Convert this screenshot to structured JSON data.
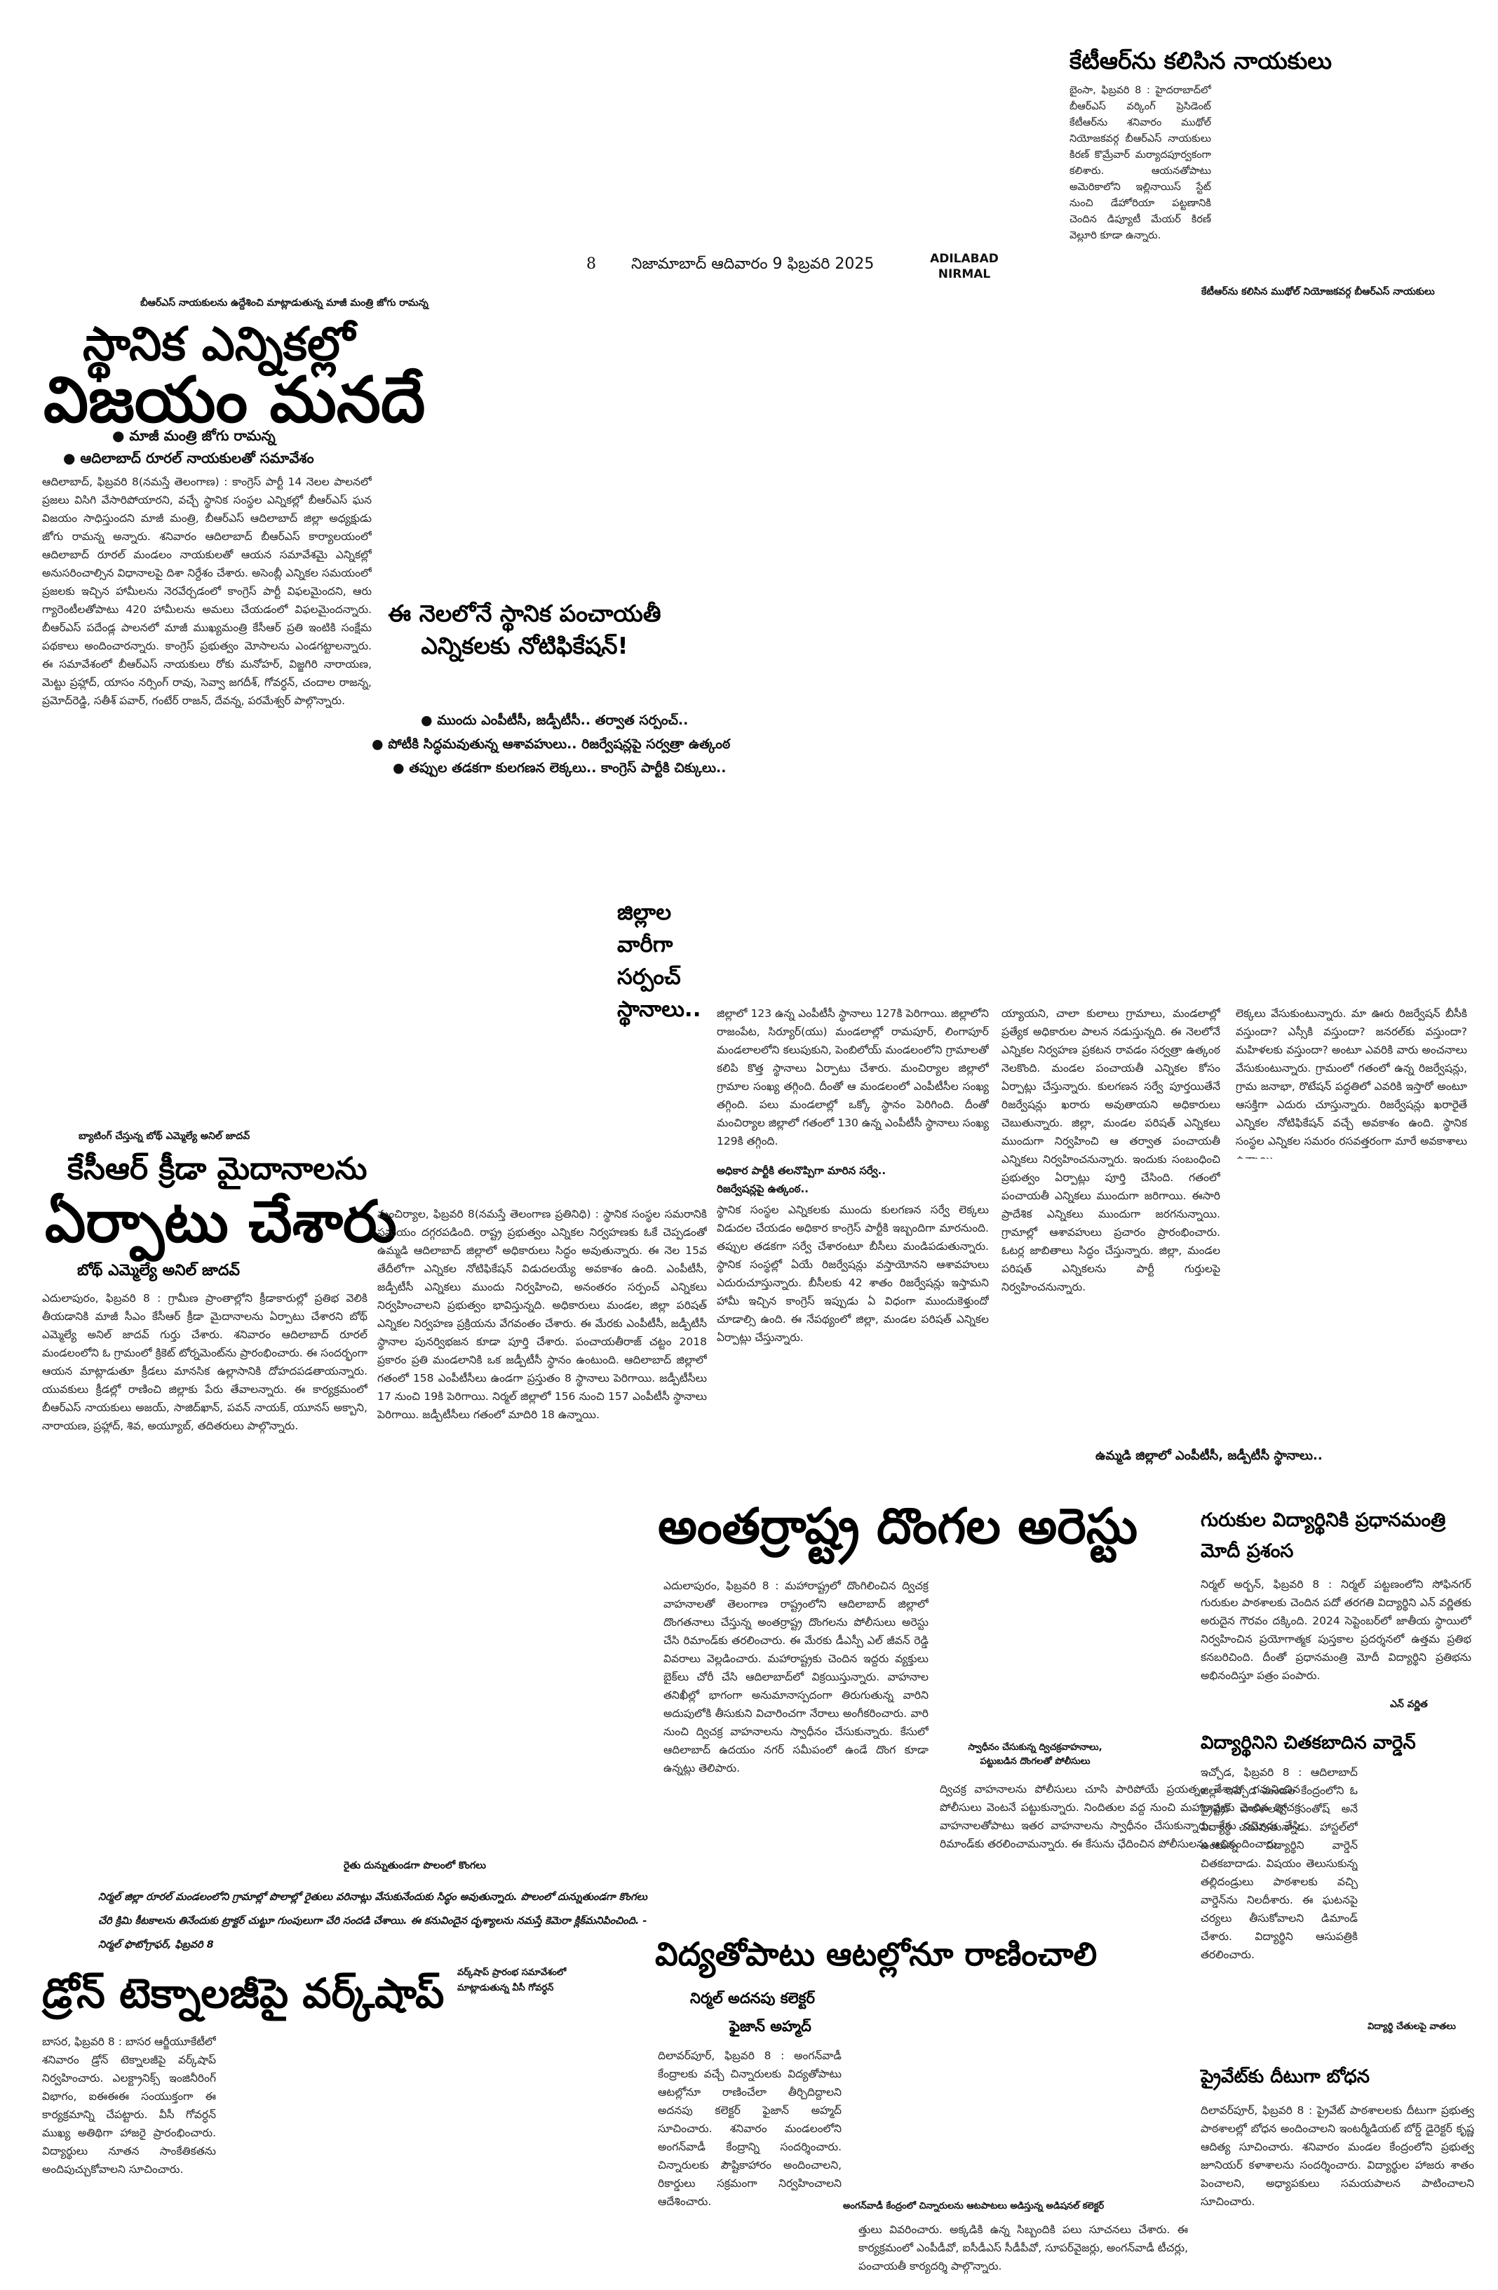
{
  "header": {
    "page_no": "8",
    "dateline": "నిజామాబాద్ ఆదివారం 9 ఫిబ్రవరి 2025",
    "edition": "ADILABAD\nNIRMAL"
  },
  "story_ktr": {
    "title": "కేటీఆర్‌ను కలిసిన నాయకులు",
    "body": "బైంసా, ఫిబ్రవరి 8 : హైదరాబాద్‌లో బీఆర్‌ఎస్ వర్కింగ్ ప్రెసిడెంట్ కేటీఆర్‌ను శనివారం ముథోల్ నియోజకవర్గ బీఆర్‌ఎస్ నాయకులు కిరణ్ కొమ్రేవార్ మర్యాదపూర్వకంగా కలిశారు. ఆయనతోపాటు అమెరికాలోని ఇల్లినాయిస్ స్టేట్ నుంచి డేహోరియా పట్టణానికి చెందిన డిప్యూటీ మేయర్ కిరణ్ వెల్లూరి కూడా ఉన్నారు.",
    "photo_caption": "కేటీఆర్‌ను కలిసిన ముథోల్ నియోజకవర్గ బీఆర్‌ఎస్ నాయకులు"
  },
  "story_jogu": {
    "photo_caption": "బీఆర్‌ఎస్ నాయకులను ఉద్దేశించి మాట్లాడుతున్న మాజీ మంత్రి జోగు రామన్న",
    "kicker": "స్థానిక ఎన్నికల్లో",
    "title": "విజయం మనదే",
    "subs": [
      "మాజీ మంత్రి జోగు రామన్న",
      "ఆదిలాబాద్ రూరల్ నాయకులతో సమావేశం"
    ],
    "body": "ఆదిలాబాద్, ఫిబ్రవరి 8(నమస్తే తెలంగాణ) : కాంగ్రెస్ పార్టీ 14 నెలల పాలనలో ప్రజలు విసిగి వేసారిపోయారని, వచ్చే స్థానిక సంస్థల ఎన్నికల్లో బీఆర్‌ఎస్ ఘన విజయం సాధిస్తుందని మాజీ మంత్రి, బీఆర్‌ఎస్ ఆదిలాబాద్ జిల్లా అధ్యక్షుడు జోగు రామన్న అన్నారు. శనివారం ఆదిలాబాద్ బీఆర్‌ఎస్ కార్యాలయంలో ఆదిలాబాద్ రూరల్ మండలం నాయకులతో ఆయన సమావేశమై ఎన్నికల్లో అనుసరించాల్సిన విధానాలపై దిశా నిర్దేశం చేశారు. అసెంబ్లీ ఎన్నికల సమయంలో ప్రజలకు ఇచ్చిన హామీలను నెరవేర్చడంలో కాంగ్రెస్ పార్టీ విఫలమైందని, ఆరు గ్యారెంటీలతోపాటు 420 హామీలను అమలు చేయడంలో విఫలమైందన్నారు. బీఆర్‌ఎస్ పదేండ్ల పాలనలో మాజీ ముఖ్యమంత్రి కేసీఆర్ ప్రతి ఇంటికి సంక్షేమ పథకాలు అందించారన్నారు. కాంగ్రెస్ ప్రభుత్వం మోసాలను ఎండగట్టాలన్నారు. ఈ సమావేశంలో బీఆర్‌ఎస్ నాయకులు రోకు మనోహర్, విజ్జగిరి నారాయణ, మెట్టు ప్రహ్లాద్, యాసం నర్సింగ్ రావు, సెవ్వా జగదీశ్, గోవర్ధన్, చందాల రాజన్న, ప్రమోద్‌రెడ్డి, సతీశ్ పవార్, గంటేర్ రాజన్, దేవన్న, పరమేశ్వర్ పాల్గొన్నారు."
  },
  "story_panchayat": {
    "title": "ఈ నెలలోనే స్థానిక పంచాయతీ ఎన్నికలకు నోటిఫికేషన్!",
    "subs": [
      "ముందు ఎంపీటీసీ, జడ్పీటీసీ.. తర్వాత సర్పంచ్..",
      "పోటీకి సిద్ధమవుతున్న ఆశావహులు.. రిజర్వేషన్లపై సర్వత్రా ఉత్కంఠ",
      "తప్పుల తడకగా కులగణన లెక్కలు.. కాంగ్రెస్ పార్టీకి చిక్కులు.."
    ],
    "side_heading": "జిల్లాల వారీగా సర్పంచ్ స్థానాలు..",
    "body_col1": "జిల్లాలో 123 ఉన్న ఎంపీటీసీ స్థానాలు 127కి పెరిగాయి. జిల్లాలోని రాజంపేట, సిర్యూర్(యు) మండలాల్లో రామపూర్, లింగాపూర్ మండలాలలోని కలుపుకుని, పెంబిలోయ్ మండలంలోని గ్రామాలతో కలిపి కొత్త స్థానాలు ఏర్పాటు చేశారు. మంచిర్యాల జిల్లాలో గ్రామాల సంఖ్య తగ్గింది. దీంతో ఆ మండలంలో ఎంపీటీసీల సంఖ్య తగ్గింది. పలు మండలాల్లో ఒక్కో స్థానం పెరిగింది. దీంతో మంచిర్యాల జిల్లాలో గతంలో 130 ఉన్న ఎంపీటీసీ స్థానాలు సంఖ్య 129కి తగ్గింది.",
    "inner_head": "అధికార పార్టీకి తలనొప్పిగా మారిన సర్వే.. రిజర్వేషన్లపై ఉత్కంఠ..",
    "body_col1b": "స్థానిక సంస్థల ఎన్నికలకు ముందు కులగణన సర్వే లెక్కలు విడుదల చేయడం అధికార కాంగ్రెస్ పార్టీకి ఇబ్బందిగా మారనుంది. తప్పుల తడకగా సర్వే చేశారంటూ బీసీలు మండిపడుతున్నారు. స్థానిక సంస్థల్లో ఏయే రిజర్వేషన్లు వస్తాయోనని ఆశావహులు ఎదురుచూస్తున్నారు. బీసీలకు 42 శాతం రిజర్వేషన్లు ఇస్తామని హామీ ఇచ్చిన కాంగ్రెస్ ఇప్పుడు ఏ విధంగా ముందుకెళ్తుందో చూడాల్సి ఉంది. ఈ నేపథ్యంలో జిల్లా, మండల పరిషత్ ఎన్నికల ఏర్పాట్లు చేస్తున్నారు.",
    "body_col2": "య్యాయని, చాలా కులాలు గ్రామాలు, మండలాల్లో ప్రత్యేక అధికారుల పాలన నడుస్తున్నది. ఈ నెలలోనే ఎన్నికల నిర్వహణ ప్రకటన రావడం సర్వత్రా ఉత్కంఠ నెలకొంది. మండల పంచాయతీ ఎన్నికల కోసం ఏర్పాట్లు చేస్తున్నారు. కులగణన సర్వే పూర్తయితేనే రిజర్వేషన్లు ఖరారు అవుతాయని అధికారులు చెబుతున్నారు. జిల్లా, మండల పరిషత్ ఎన్నికలు ముందుగా నిర్వహించి ఆ తర్వాత పంచాయతీ ఎన్నికలు నిర్వహించనున్నారు. ఇందుకు సంబంధించి ప్రభుత్వం ఏర్పాట్లు పూర్తి చేసింది. గతంలో పంచాయతీ ఎన్నికలు ముందుగా జరిగాయి. ఈసారి ప్రాదేశిక ఎన్నికలు ముందుగా జరగనున్నాయి. గ్రామాల్లో ఆశావహులు ప్రచారం ప్రారంభించారు. ఓటర్ల జాబితాలు సిద్ధం చేస్తున్నారు. జిల్లా, మండల పరిషత్ ఎన్నికలను పార్టీ గుర్తులపై నిర్వహించనున్నారు.",
    "body_col3": "లెక్కలు వేసుకుంటున్నారు. మా ఊరు రిజర్వేషన్ బీసీకి వస్తుందా? ఎస్సీకి వస్తుందా? జనరల్‌కు వస్తుందా? మహిళలకు వస్తుందా? అంటూ ఎవరికి వారు అంచనాలు వేసుకుంటున్నారు. గ్రామంలో గతంలో ఉన్న రిజర్వేషన్లు, గ్రామ జనాభా, రొటేషన్ పద్ధతిలో ఎవరికి ఇస్తారో అంటూ ఆసక్తిగా ఎదురు చూస్తున్నారు. రిజర్వేషన్లు ఖరారైతే ఎన్నికల నోటిఫికేషన్ వచ్చే అవకాశం ఉంది. స్థానిక సంస్థల ఎన్నికల సమరం రసవత్తరంగా మారే అవకాశాలు ఉన్నాయి.",
    "table_caption": "ఉమ్మడి జిల్లాలో ఎంపీటీసీ, జడ్పీటీసీ స్థానాలు.."
  },
  "story_kcr": {
    "photo_caption": "బ్యాటింగ్ చేస్తున్న బోథ్ ఎమ్మెల్యే అనిల్ జాదవ్",
    "kicker": "కేసీఆర్ క్రీడా మైదానాలను",
    "title": "ఏర్పాటు చేశారు",
    "byline": "బోథ్ ఎమ్మెల్యే అనిల్ జాదవ్",
    "body": "ఎదులాపురం, ఫిబ్రవరి 8 : గ్రామీణ ప్రాంతాల్లోని క్రీడాకారుల్లో ప్రతిభ వెలికి తీయడానికి మాజీ సీఎం కేసీఆర్ క్రీడా మైదానాలను ఏర్పాటు చేశారని బోథ్ ఎమ్మెల్యే అనిల్ జాదవ్ గుర్తు చేశారు. శనివారం ఆదిలాబాద్ రూరల్ మండలంలోని ఓ గ్రామంలో క్రికెట్ టోర్నమెంట్‌ను ప్రారంభించారు. ఈ సందర్భంగా ఆయన మాట్లాడుతూ క్రీడలు మానసిక ఉల్లాసానికి దోహదపడతాయన్నారు. యువకులు క్రీడల్లో రాణించి జిల్లాకు పేరు తేవాలన్నారు. ఈ కార్యక్రమంలో బీఆర్‌ఎస్ నాయకులు అజయ్, సాజిద్‌ఖాన్, పవన్ నాయక్, యూనస్ అక్బాని, నారాయణ, ప్రహ్లాద్, శివ, అయ్యూబ్, తదితరులు పాల్గొన్నారు.",
    "body_mid": "మంచిర్యాల, ఫిబ్రవరి 8(నమస్తే తెలంగాణ ప్రతినిధి) : స్థానిక సంస్థల సమరానికి సమయం దగ్గరపడింది. రాష్ట్ర ప్రభుత్వం ఎన్నికల నిర్వహణకు ఓకే చెప్పడంతో ఉమ్మడి ఆదిలాబాద్ జిల్లాలో అధికారులు సిద్ధం అవుతున్నారు. ఈ నెల 15వ తేదీలోగా ఎన్నికల నోటిఫికేషన్ విడుదలయ్యే అవకాశం ఉంది. ఎంపీటీసీ, జడ్పీటీసీ ఎన్నికలు ముందు నిర్వహించి, అనంతరం సర్పంచ్ ఎన్నికలు నిర్వహించాలని ప్రభుత్వం భావిస్తున్నది. అధికారులు మండల, జిల్లా పరిషత్ ఎన్నికల నిర్వహణ ప్రక్రియను వేగవంతం చేశారు. ఈ మేరకు ఎంపీటీసీ, జడ్పీటీసీ స్థానాల పునర్విభజన కూడా పూర్తి చేశారు. పంచాయతీరాజ్ చట్టం 2018 ప్రకారం ప్రతి మండలానికి ఒక జడ్పీటీసీ స్థానం ఉంటుంది. ఆదిలాబాద్ జిల్లాలో గతంలో 158 ఎంపీటీసీలు ఉండగా ప్రస్తుతం 8 స్థానాలు పెరిగాయి. జడ్పీటీసీలు 17 నుంచి 19కి పెరిగాయి. నిర్మల్ జిల్లాలో 156 నుంచి 157 ఎంపీటీసీ స్థానాలు పెరిగాయి. జడ్పీటీసీలు గతంలో మాదిరి 18 ఉన్నాయి."
  },
  "story_thieves": {
    "title": "అంతర్రాష్ట్ర దొంగల అరెస్టు",
    "body": "ఎదులాపురం, ఫిబ్రవరి 8 : మహారాష్ట్రలో దొంగిలించిన ద్విచక్ర వాహనాలతో తెలంగాణ రాష్ట్రంలోని ఆదిలాబాద్ జిల్లాలో దొంగతనాలు చేస్తున్న అంతర్రాష్ట్ర దొంగలను పోలీసులు అరెస్టు చేసి రిమాండ్‌కు తరలించారు. ఈ మేరకు డీఎస్పీ ఎల్ జీవన్ రెడ్డి వివరాలు వెల్లడించారు. మహారాష్ట్రకు చెందిన ఇద్దరు వ్యక్తులు బైక్‌లు చోరీ చేసి ఆదిలాబాద్‌లో విక్రయిస్తున్నారు. వాహనాల తనిఖీల్లో భాగంగా అనుమానాస్పదంగా తిరుగుతున్న వారిని అదుపులోకి తీసుకుని విచారించగా నేరాలు అంగీకరించారు. వారి నుంచి ద్విచక్ర వాహనాలను స్వాధీనం చేసుకున్నారు. కేసులో ఆదిలాబాద్ ఉదయం నగర్ సమీపంలో ఉండే దొంగ కూడా ఉన్నట్లు తెలిపారు.",
    "body_b": "ద్విచక్ర వాహనాలను పోలీసులు చూసి పారిపోయే ప్రయత్నం చేశారు. గమనించిన పోలీసులు వెంటనే పట్టుకున్నారు. నిందితుల వద్ద నుంచి మహారాష్ట్రకు చెందిన ద్విచక్ర వాహనాలతోపాటు ఇతర వాహనాలను స్వాధీనం చేసుకున్నారు. కేసు నమోదు చేసి రిమాండ్‌కు తరలించామన్నారు. ఈ కేసును ఛేదించిన పోలీసులను అభినందించారు.",
    "photo_caption": "స్వాధీనం చేసుకున్న ద్విచక్రవాహనాలు, పట్టుబడిన దొంగలతో పోలీసులు"
  },
  "story_gurukul": {
    "title": "గురుకుల విద్యార్థినికి ప్రధానమంత్రి మోదీ ప్రశంస",
    "body": "నిర్మల్ అర్బన్, ఫిబ్రవరి 8 : నిర్మల్ పట్టణంలోని సోఫినగర్ గురుకుల పాఠశాలకు చెందిన పదో తరగతి విద్యార్థిని ఎన్ వర్ణితకు అరుదైన గౌరవం దక్కింది. 2024 సెప్టెంబర్‌లో జాతీయ స్థాయిలో నిర్వహించిన ప్రయోగాత్మక పుస్తకాల ప్రదర్శనలో ఉత్తమ ప్రతిభ కనబరిచింది. దీంతో ప్రధానమంత్రి మోదీ విద్యార్థిని ప్రతిభను అభినందిస్తూ పత్రం పంపారు.",
    "photo_caption": "ఎన్ వర్ణిత"
  },
  "story_warden": {
    "title": "విద్యార్థినిని చితకబాదిన వార్డెన్",
    "body": "ఇచ్చోడ, ఫిబ్రవరి 8 : ఆదిలాబాద్ జిల్లా ఇచ్చోడ మండల కేంద్రంలోని ఓ ప్రైవేట్ పాఠశాలలో సంతోష్ అనే విద్యార్థి చదువుతున్నాడు. హాస్టల్‌లో ఉంటున్న విద్యార్థిని వార్డెన్ చితకబాదాడు. విషయం తెలుసుకున్న తల్లిదండ్రులు పాఠశాలకు వచ్చి వార్డెన్‌ను నిలదీశారు. ఈ ఘటనపై చర్యలు తీసుకోవాలని డిమాండ్ చేశారు. విద్యార్థిని ఆసుపత్రికి తరలించారు.",
    "photo_caption": "విద్యార్థి చేతులపై వాతలు"
  },
  "story_private": {
    "title": "ప్రైవేట్‌కు దీటుగా బోధన",
    "body": "దిలావర్‌పూర్, ఫిబ్రవరి 8 : ప్రైవేట్ పాఠశాలలకు దీటుగా ప్రభుత్వ పాఠశాలల్లో బోధన అందించాలని ఇంటర్మీడియట్ బోర్డ్ డైరెక్టర్ కృష్ణ ఆదిత్య సూచించారు. శనివారం మండల కేంద్రంలోని ప్రభుత్వ జూనియర్ కళాశాలను సందర్శించారు. విద్యార్థుల హాజరు శాతం పెంచాలని, అధ్యాపకులు సమయపాలన పాటించాలని సూచించారు."
  },
  "story_drone": {
    "photo_caption": "రైతు దున్నుతుండగా పొలంలో కొంగలు",
    "caption_body": "నిర్మల్ జిల్లా రూరల్ మండలంలోని గ్రామాల్లో పొలాల్లో రైతులు వరినాట్లు వేసుకునేందుకు సిద్ధం అవుతున్నారు. పొలంలో దున్నుతుండగా కొంగలు చేరి క్రిమి కీటకాలను తినేందుకు ట్రాక్టర్ చుట్టూ గుంపులుగా చేరి సందడి చేశాయి. ఈ కనువిందైన దృశ్యాలను నమస్తే కెమెరా క్లిక్‌మనిపించింది. - నిర్మల్ ఫొటోగ్రాఫర్, ఫిబ్రవరి 8",
    "title": "డ్రోన్ టెక్నాలజీపై వర్క్‌షాప్",
    "side_caption": "వర్క్‌షాప్ ప్రారంభ సమావేశంలో మాట్లాడుతున్న వీసీ గోవర్ధన్",
    "body": "బాసర, ఫిబ్రవరి 8 : బాసర ఆర్జీయూకేటీలో శనివారం డ్రోన్ టెక్నాలజీపై వర్క్‌షాప్ నిర్వహించారు. ఎలక్ట్రానిక్స్ ఇంజినీరింగ్ విభాగం, ఐఈఈఈ సంయుక్తంగా ఈ కార్యక్రమాన్ని చేపట్టారు. వీసీ గోవర్ధన్ ముఖ్య అతిథిగా హాజరై ప్రారంభించారు. విద్యార్థులు నూతన సాంకేతికతను అందిపుచ్చుకోవాలని సూచించారు."
  },
  "story_study": {
    "title": "విద్యతోపాటు ఆటల్లోనూ రాణించాలి",
    "byline1": "నిర్మల్ అదనపు కలెక్టర్",
    "byline2": "ఫైజాన్ అహ్మద్",
    "body": "దిలావర్‌పూర్, ఫిబ్రవరి 8 : అంగన్‌వాడీ కేంద్రాలకు వచ్చే చిన్నారులకు విద్యతోపాటు ఆటల్లోనూ రాణించేలా తీర్చిదిద్దాలని అదనపు కలెక్టర్ ఫైజాన్ అహ్మద్ సూచించారు. శనివారం మండలంలోని అంగన్‌వాడీ కేంద్రాన్ని సందర్శించారు. చిన్నారులకు పౌష్టికాహారం అందించాలని, రికార్డులు సక్రమంగా నిర్వహించాలని ఆదేశించారు.",
    "photo_caption": "అంగన్‌వాడీ కేంద్రంలో చిన్నారులను ఆటపాటలు అడిస్తున్న అడిషనల్ కలెక్టర్",
    "body_b": "త్తులు వివరించారు. అక్కడికి ఉన్న సిబ్బందికి పలు సూచనలు చేశారు. ఈ కార్యక్రమంలో ఎంపీడీవో, ఐసీడీఎస్ సీడీపీవో, సూపర్‌వైజర్లు, అంగన్‌వాడీ టీచర్లు, పంచాయతీ కార్యదర్శి పాల్గొన్నారు."
  }
}
